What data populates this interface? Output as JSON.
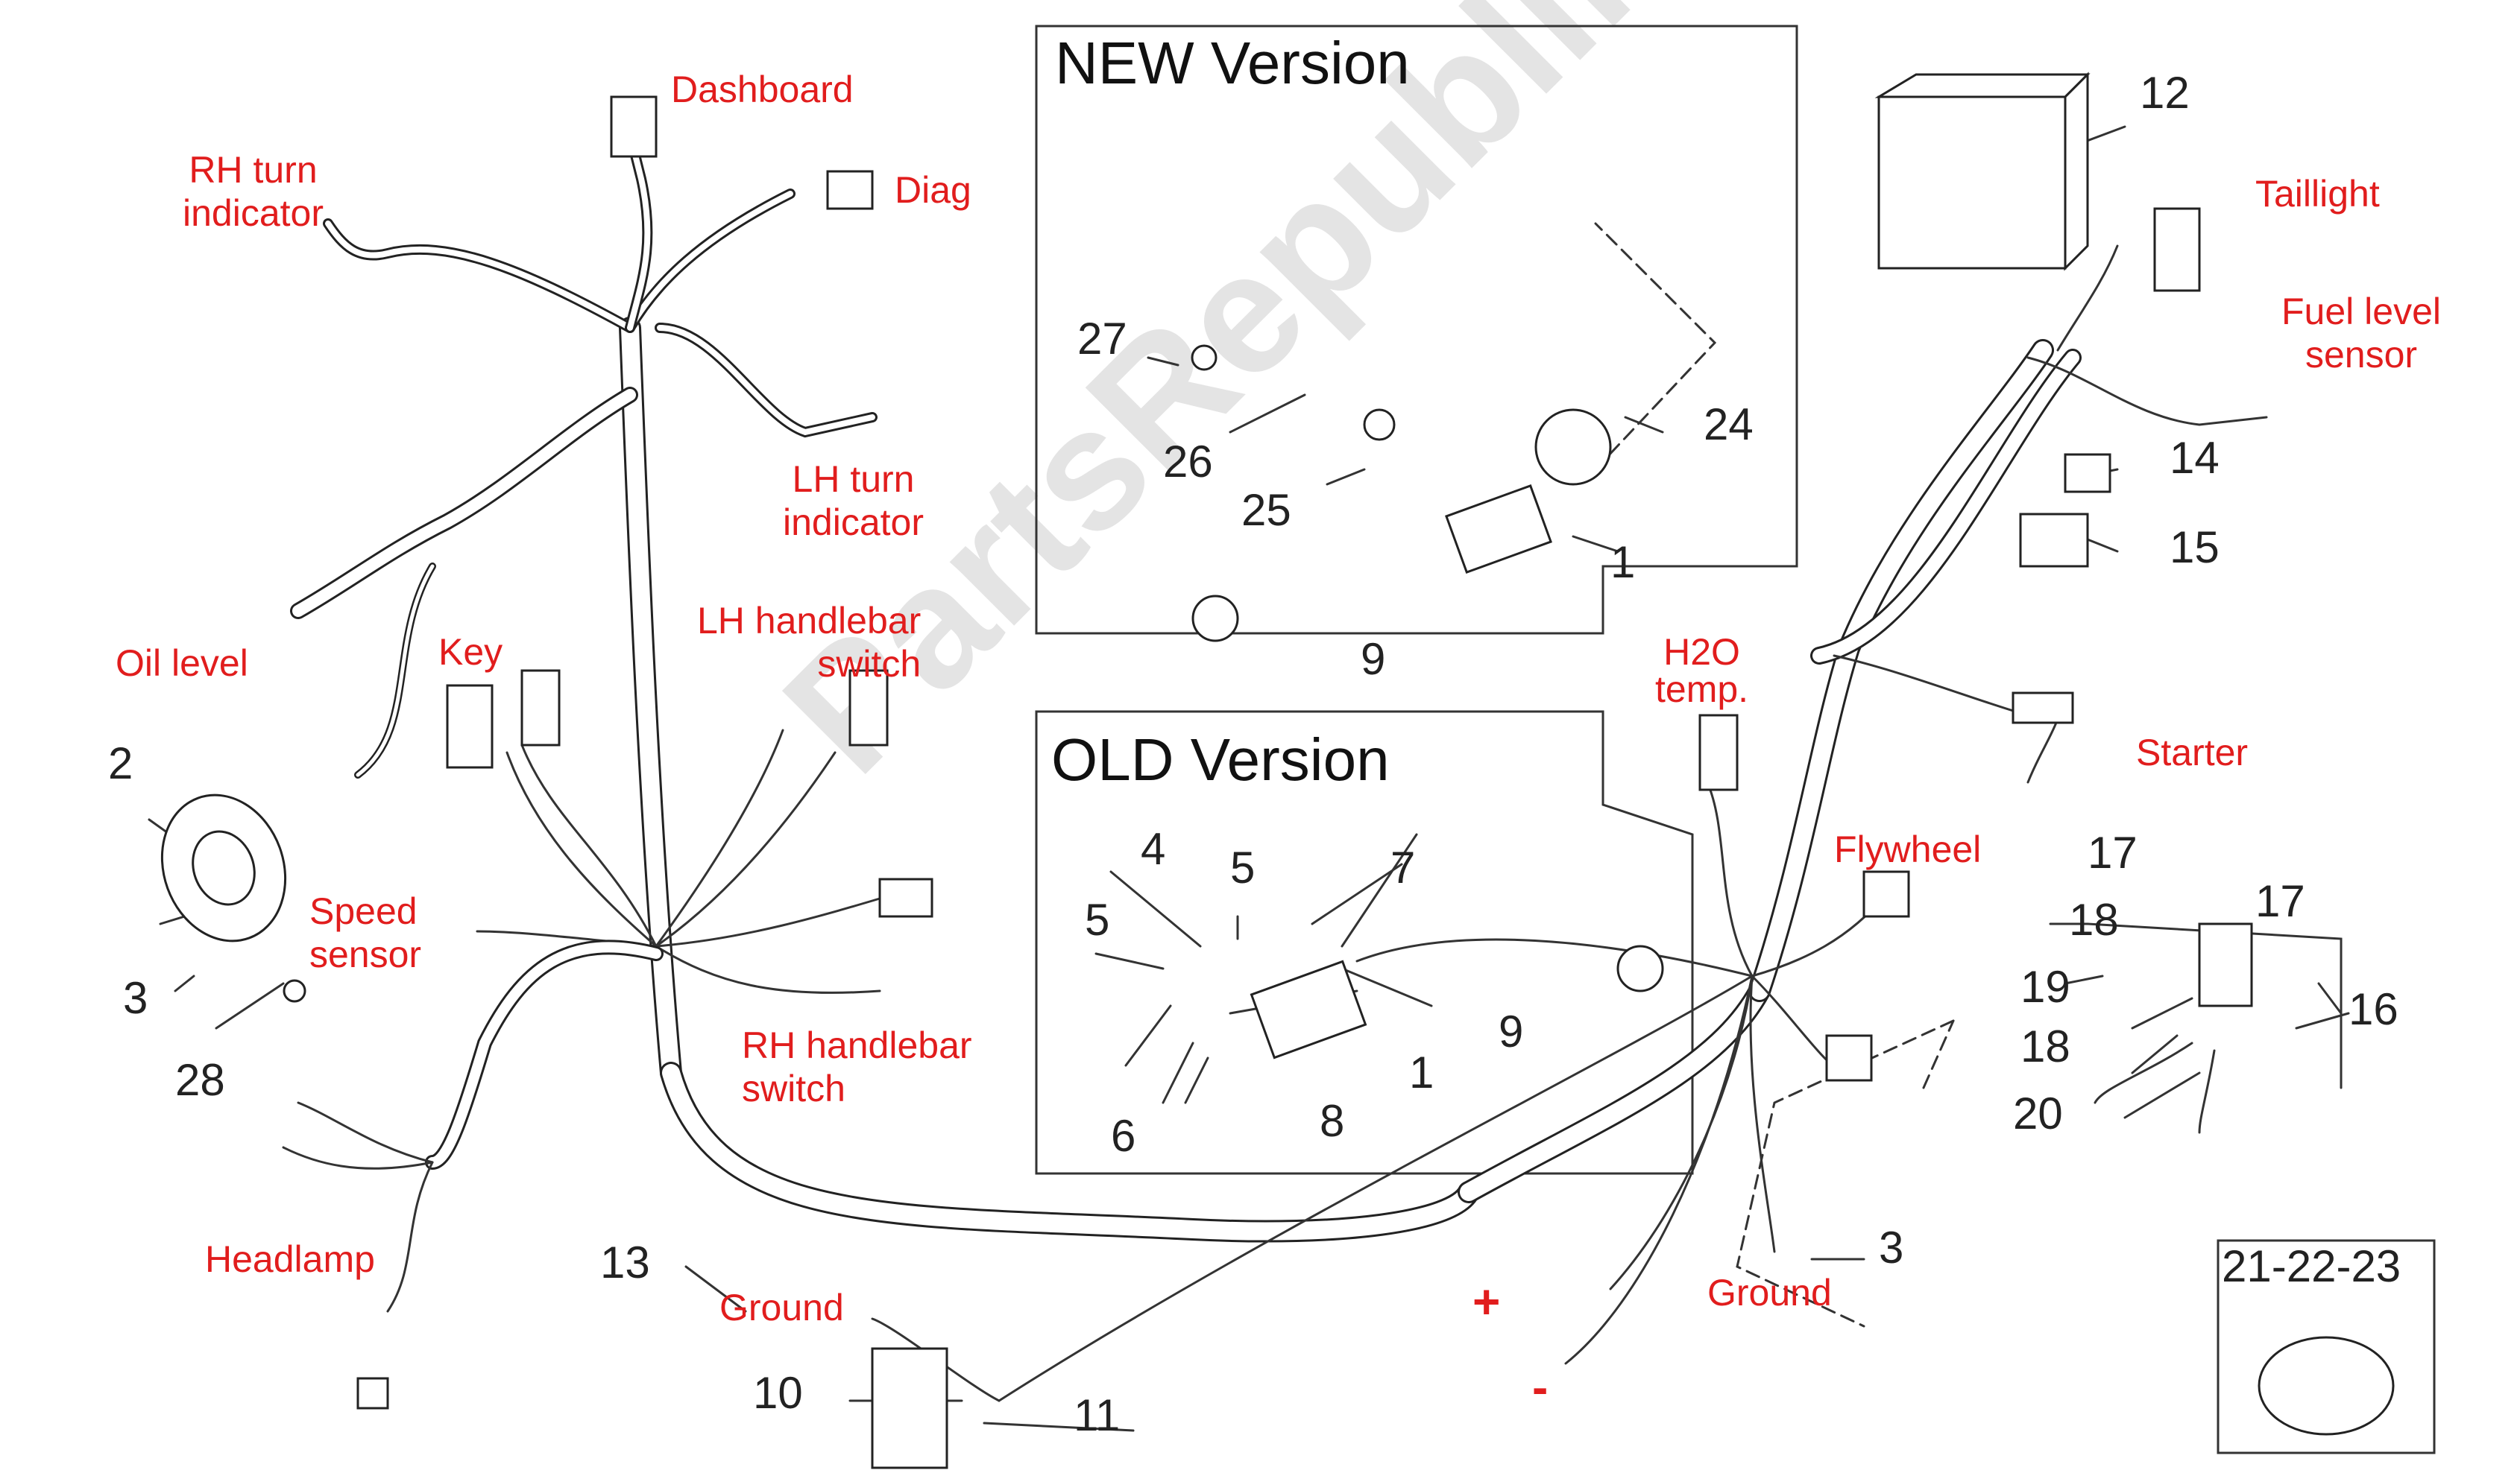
{
  "panels": {
    "new_title": "NEW Version",
    "old_title": "OLD Version",
    "clip_label": "21-22-23"
  },
  "connectors": {
    "dashboard": "Dashboard",
    "diag": "Diag",
    "rh_turn": "RH turn\nindicator",
    "lh_turn": "LH turn\nindicator",
    "oil_level": "Oil level",
    "key": "Key",
    "lh_handlebar": "LH handlebar\nswitch",
    "rh_handlebar": "RH handlebar\nswitch",
    "speed_sensor": "Speed\nsensor",
    "headlamp": "Headlamp",
    "ground_left": "Ground",
    "ground_right": "Ground",
    "h2o_temp": "H2O\ntemp.",
    "flywheel": "Flywheel",
    "starter": "Starter",
    "fuel_level": "Fuel level\nsensor",
    "taillight": "Taillight",
    "plus": "+",
    "minus": "-"
  },
  "part_numbers": {
    "n1a": "1",
    "n1b": "1",
    "n2": "2",
    "n3a": "3",
    "n3b": "3",
    "n4": "4",
    "n5a": "5",
    "n5b": "5",
    "n6": "6",
    "n7": "7",
    "n8": "8",
    "n9a": "9",
    "n9b": "9",
    "n10": "10",
    "n11": "11",
    "n12": "12",
    "n13": "13",
    "n14": "14",
    "n15": "15",
    "n16": "16",
    "n17a": "17",
    "n17b": "17",
    "n18a": "18",
    "n18b": "18",
    "n19": "19",
    "n20": "20",
    "n24": "24",
    "n25": "25",
    "n26": "26",
    "n27": "27",
    "n28": "28"
  },
  "watermark": "PartsRepublik",
  "colors": {
    "label_red": "#e11d1d",
    "ink": "#222222"
  }
}
